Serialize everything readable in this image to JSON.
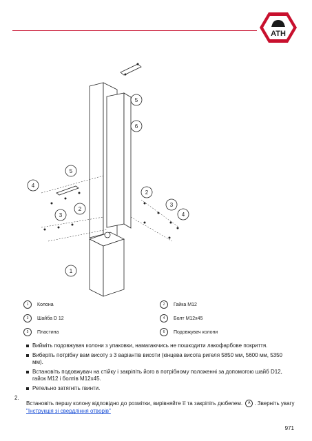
{
  "header": {
    "logo_text": "ATH",
    "brand_color": "#c8102e"
  },
  "diagram": {
    "callouts": [
      "5",
      "6",
      "5",
      "4",
      "3",
      "2",
      "2",
      "3",
      "4",
      "1"
    ]
  },
  "legend": [
    {
      "num": "1",
      "label": "Колона"
    },
    {
      "num": "2",
      "label": "Гайка М12"
    },
    {
      "num": "3",
      "label": "Шайба D 12"
    },
    {
      "num": "4",
      "label": "Болт М12x45"
    },
    {
      "num": "5",
      "label": "Пластина"
    },
    {
      "num": "6",
      "label": "Подовжувач колони"
    }
  ],
  "bullets": [
    "Вийміть подовжувач колони з упаковки, намагаючись не пошкодити лакофарбове покриття.",
    "Виберіть потрібну вам висоту з 3 варіантів висоти (кінцева висота ригеля 5850 мм, 5600 мм, 5350 мм).",
    "Встановіть подовжувач на стійку і закріпіть його в потрібному положенні за допомогою шайб D12, гайок М12 і болтів М12x45.",
    "Ретельно затягніть гвинти."
  ],
  "step": {
    "number": "2.",
    "text_before": "Встановіть першу колону відповідно до розмітки, вирівняйте її та закріпіть дюбелем.",
    "badge": "A",
    "text_after": ". Зверніть увагу",
    "link": "\"Інструкція зі свердління отворів\""
  },
  "page_number": "971"
}
